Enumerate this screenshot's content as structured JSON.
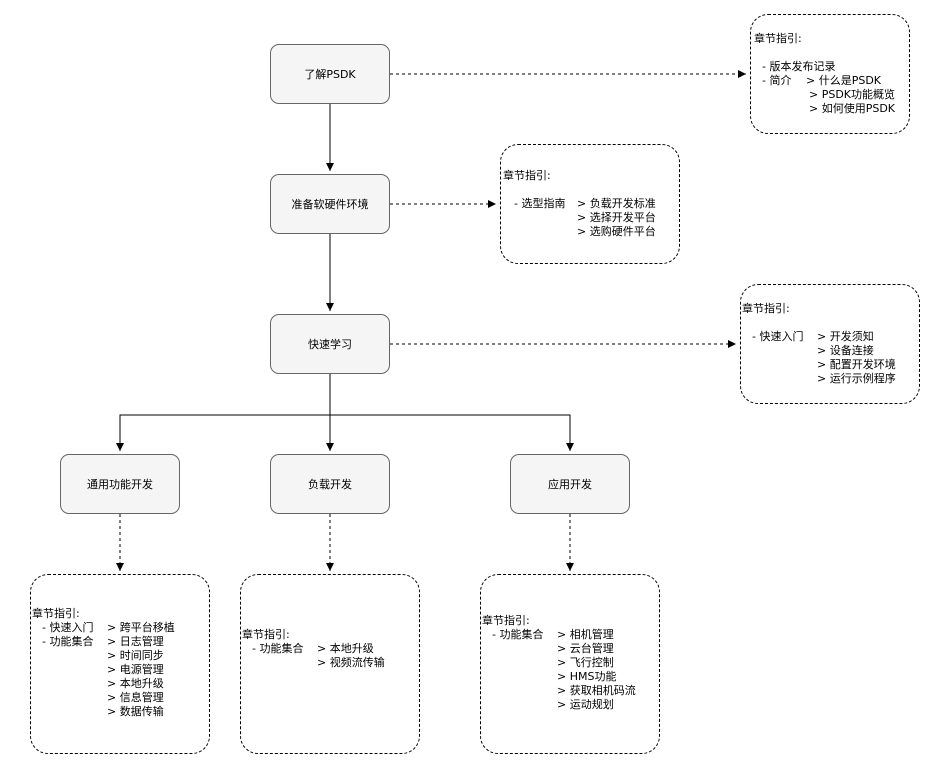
{
  "nodes": {
    "understand": "了解PSDK",
    "prepare": "准备软硬件环境",
    "quickstart": "快速学习",
    "general": "通用功能开发",
    "payload": "负载开发",
    "app": "应用开发"
  },
  "notes": {
    "understand": {
      "title": "章节指引:",
      "cat1": "- 版本发布记录",
      "cat2": "- 简介",
      "items": [
        "> 什么是PSDK",
        "> PSDK功能概览",
        "> 如何使用PSDK"
      ]
    },
    "prepare": {
      "title": "章节指引:",
      "cat": "- 选型指南",
      "items": [
        "> 负载开发标准",
        "> 选择开发平台",
        "> 选购硬件平台"
      ]
    },
    "quickstart": {
      "title": "章节指引:",
      "cat": "- 快速入门",
      "items": [
        "> 开发须知",
        "> 设备连接",
        "> 配置开发环境",
        "> 运行示例程序"
      ]
    },
    "general": {
      "title": "章节指引:",
      "cat1": "- 快速入门",
      "cat2": "- 功能集合",
      "items": [
        "> 跨平台移植",
        "> 日志管理",
        "> 时间同步",
        "> 电源管理",
        "> 本地升级",
        "> 信息管理",
        "> 数据传输"
      ]
    },
    "payload": {
      "title": "章节指引:",
      "cat": "- 功能集合",
      "items": [
        "> 本地升级",
        "> 视频流传输"
      ]
    },
    "app": {
      "title": "章节指引:",
      "cat": "- 功能集合",
      "items": [
        "> 相机管理",
        "> 云台管理",
        "> 飞行控制",
        "> HMS功能",
        "> 获取相机码流",
        "> 运动规划"
      ]
    }
  }
}
